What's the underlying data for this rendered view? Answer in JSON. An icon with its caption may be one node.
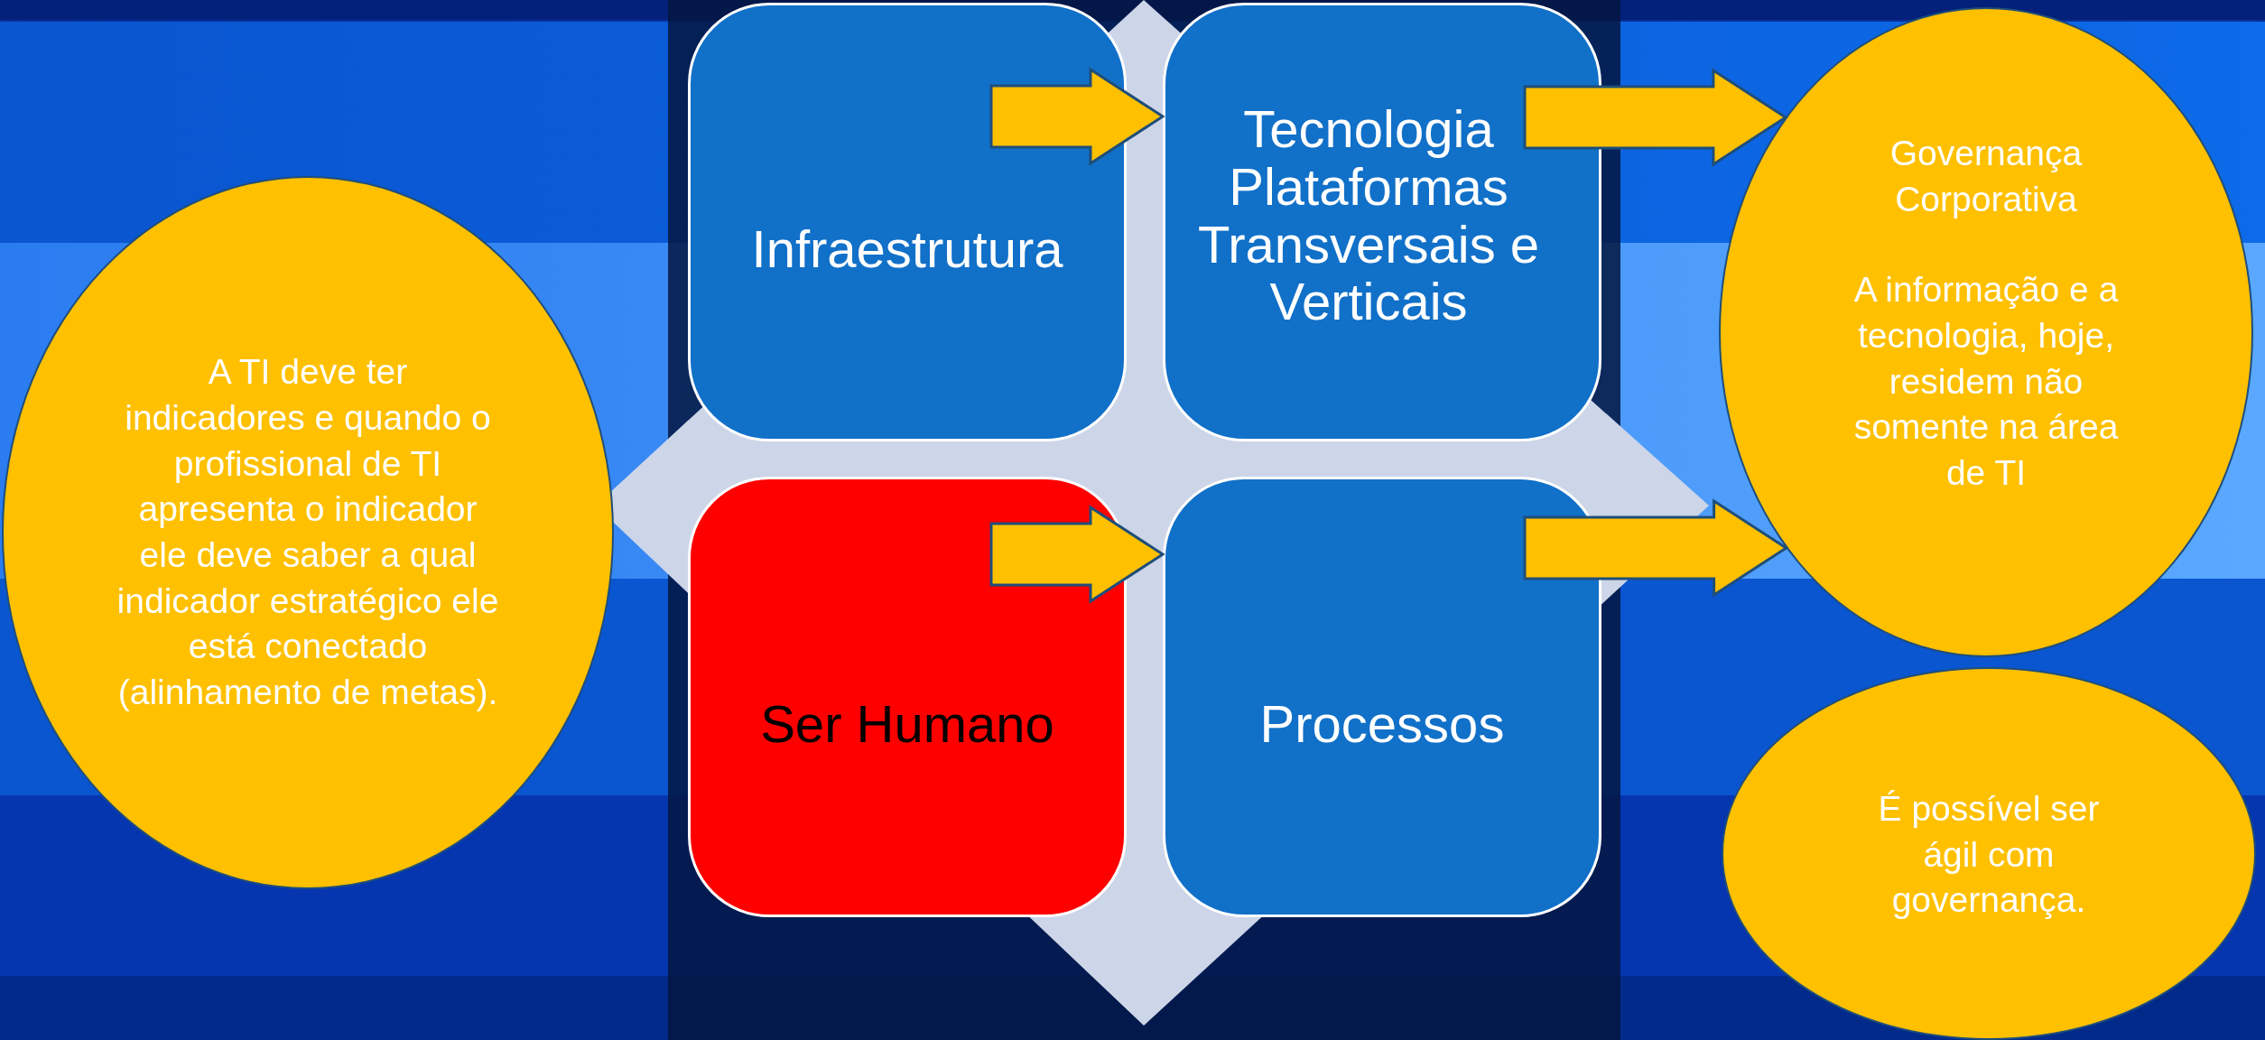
{
  "diagram": {
    "nodes": [
      {
        "text": [
          "A TI deve ter indicadores e quando o profissional de TI apresenta o indicador ele deve saber a qual indicador estratégico ele está conectado (alinhamento de metas)."
        ]
      },
      {
        "text": [
          "Infraestrutura"
        ]
      },
      {
        "text": [
          "Tecnologia Plataformas Transversais e Verticais"
        ]
      },
      {
        "text": [
          "Ser Humano"
        ]
      },
      {
        "text": [
          "Processos"
        ]
      },
      {
        "text": [
          "Governança Corporativa",
          "A informação e a tecnologia, hoje, residem não somente na área de TI"
        ]
      },
      {
        "text": [
          "É possível ser ágil com governança."
        ]
      }
    ],
    "edges": [
      {
        "from": 1,
        "to": 2,
        "arrow": "to"
      },
      {
        "from": 2,
        "to": 5,
        "arrow": "to"
      },
      {
        "from": 3,
        "to": 4,
        "arrow": "to"
      },
      {
        "from": 4,
        "to": 5,
        "arrow": "to"
      }
    ]
  }
}
